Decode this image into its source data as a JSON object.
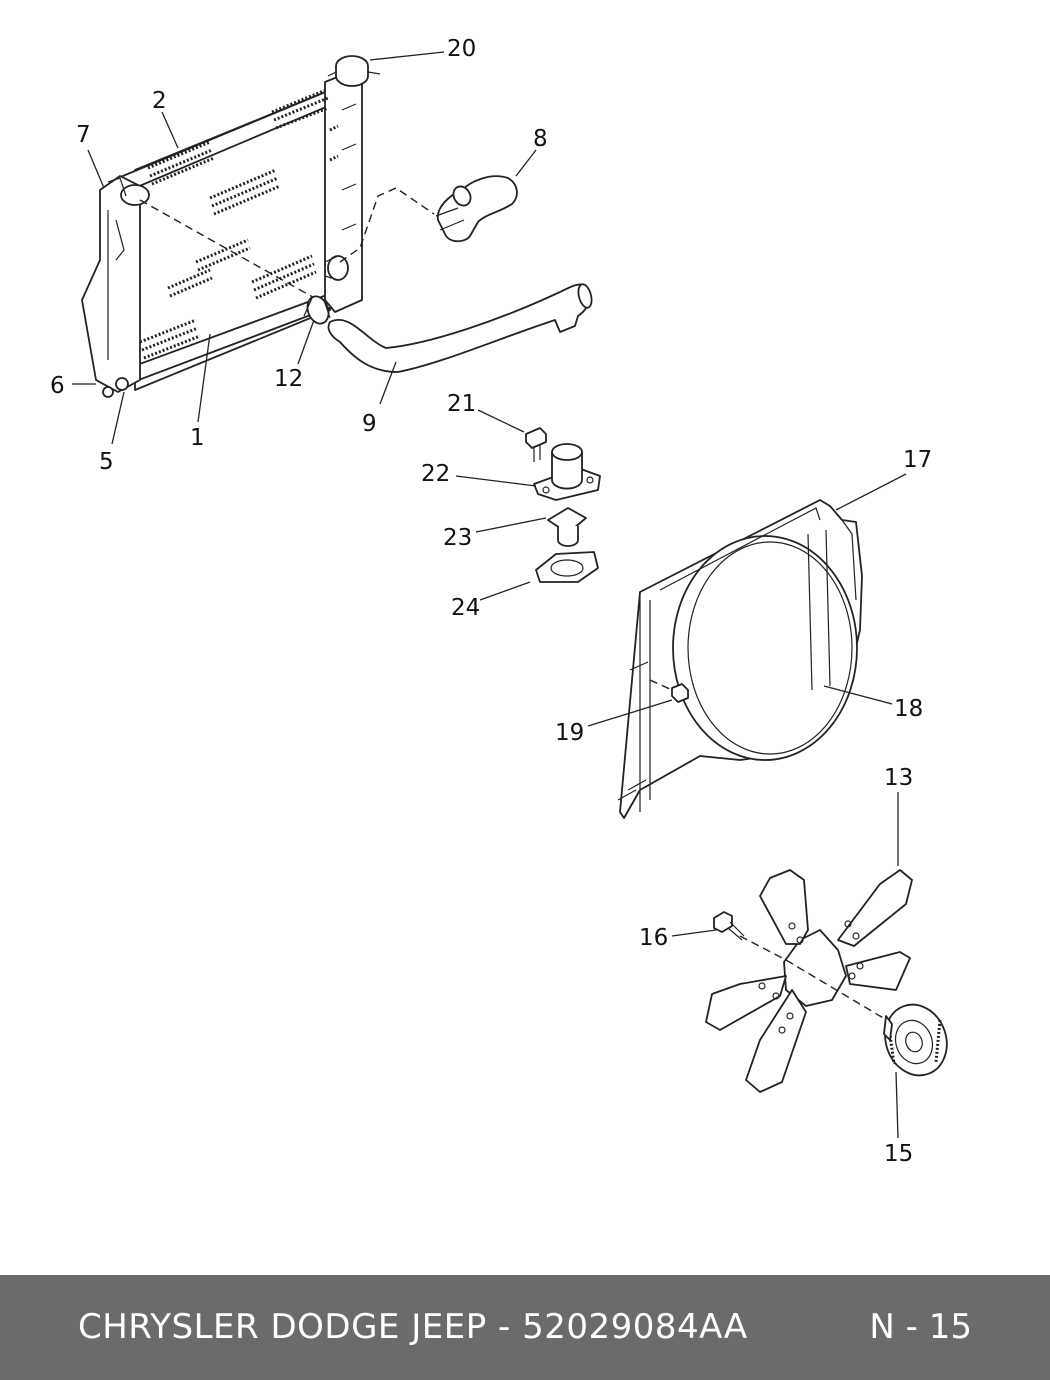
{
  "footer": {
    "title": "CHRYSLER DODGE JEEP - 52029084AA",
    "page": "N - 15"
  },
  "callouts": {
    "c1": "1",
    "c2": "2",
    "c5": "5",
    "c6": "6",
    "c7": "7",
    "c8": "8",
    "c9": "9",
    "c12": "12",
    "c13": "13",
    "c15": "15",
    "c16": "16",
    "c17": "17",
    "c18": "18",
    "c19": "19",
    "c20": "20",
    "c21": "21",
    "c22": "22",
    "c23": "23",
    "c24": "24"
  }
}
